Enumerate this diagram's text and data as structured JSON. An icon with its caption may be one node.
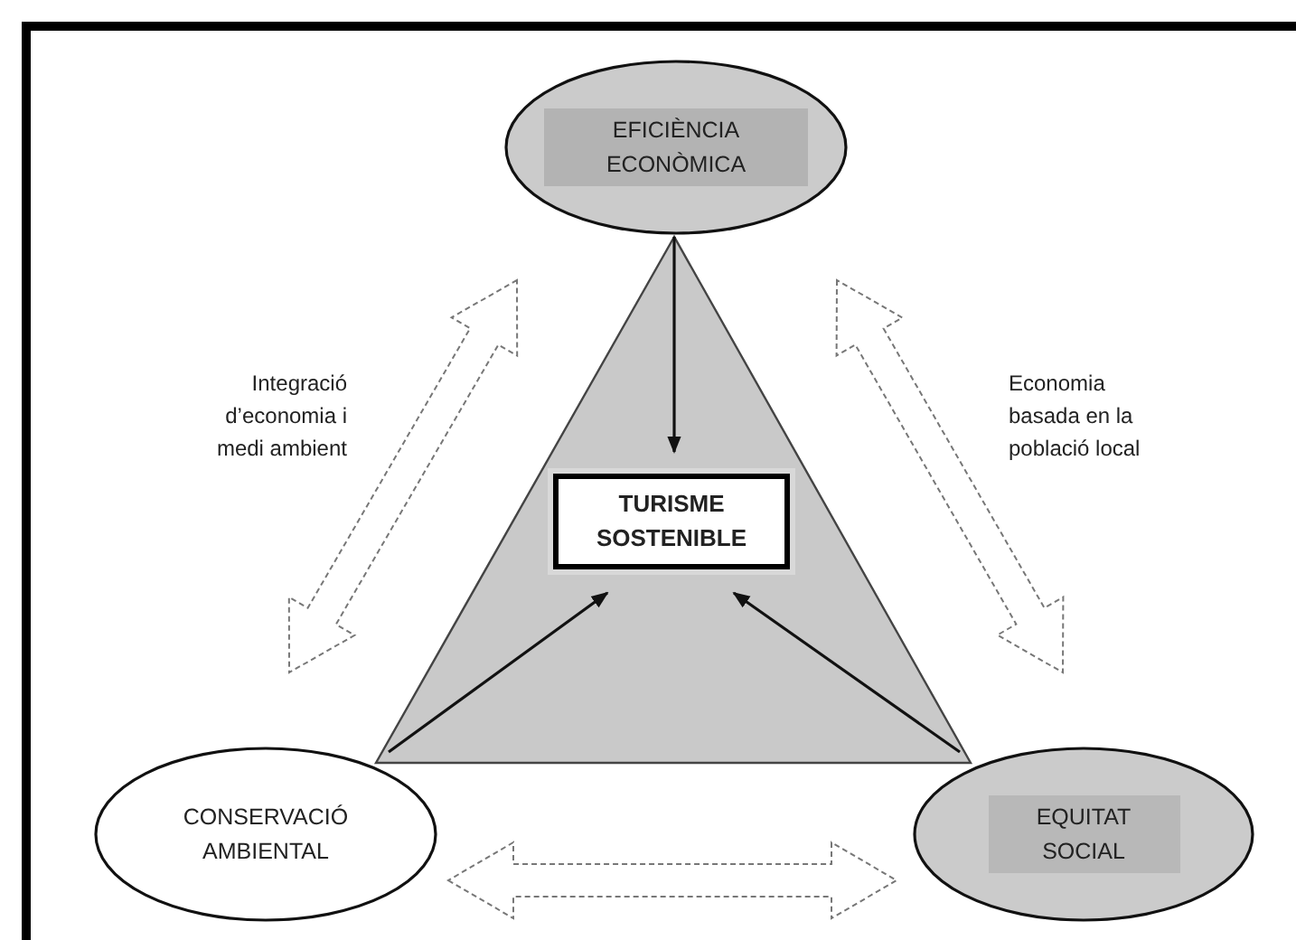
{
  "diagram": {
    "nodes": [
      {
        "text": [
          "EFICIÈNCIA ECONÒMICA"
        ]
      },
      {
        "text": [
          "TURISME SOSTENIBLE"
        ]
      },
      {
        "text": [
          "CONSERVACIÓ AMBIENTAL"
        ]
      },
      {
        "text": [
          "EQUITAT SOCIAL"
        ]
      }
    ],
    "edges": [
      {
        "from": 0,
        "to": 1,
        "arrow": "to"
      },
      {
        "from": 2,
        "to": 1,
        "arrow": "to"
      },
      {
        "from": 3,
        "to": 1,
        "arrow": "to"
      },
      {
        "from": 0,
        "to": 2,
        "arrow": "both",
        "style": "dashed",
        "label": "Integració d’economia i medi ambient"
      },
      {
        "from": 0,
        "to": 3,
        "arrow": "both",
        "style": "dashed",
        "label": "Economia basada en la població local"
      },
      {
        "from": 2,
        "to": 3,
        "arrow": "both",
        "style": "dashed"
      }
    ]
  }
}
